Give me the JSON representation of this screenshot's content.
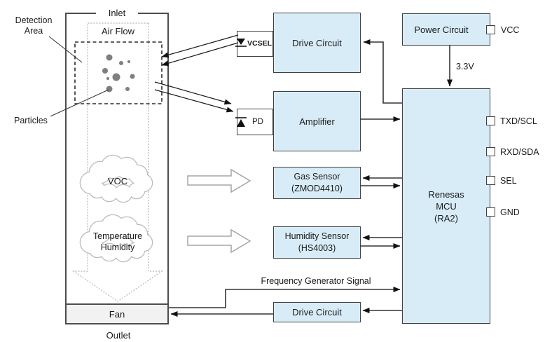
{
  "colors": {
    "box_fill": "#d8ecf8",
    "box_border": "#404040",
    "fan_fill": "#f2f2f2",
    "line": "#333333",
    "cloud_stroke": "#bcbcbc",
    "particle_fill": "#7f7f7f",
    "airflow_dotted": "#bfbfbf"
  },
  "channel": {
    "inlet": "Inlet",
    "air_flow": "Air Flow",
    "detection_area": "Detection Area",
    "particles": "Particles",
    "voc": "VOC",
    "temperature_humidity": "Temperature Humidity",
    "fan": "Fan",
    "outlet": "Outlet"
  },
  "blocks": {
    "drive_circuit_top": "Drive Circuit",
    "vcsel": "VCSEL",
    "amplifier": "Amplifier",
    "pd": "PD",
    "gas_sensor_line1": "Gas Sensor",
    "gas_sensor_line2": "(ZMOD4410)",
    "humidity_sensor_line1": "Humidity Sensor",
    "humidity_sensor_line2": "(HS4003)",
    "drive_circuit_bottom": "Drive Circuit",
    "power_circuit": "Power Circuit",
    "mcu_line1": "Renesas",
    "mcu_line2": "MCU",
    "mcu_line3": "(RA2)"
  },
  "labels": {
    "frequency_signal": "Frequency Generator Signal",
    "supply_voltage": "3.3V"
  },
  "pins": {
    "vcc": "VCC",
    "txd_scl": "TXD/SCL",
    "rxd_sda": "RXD/SDA",
    "sel": "SEL",
    "gnd": "GND"
  }
}
